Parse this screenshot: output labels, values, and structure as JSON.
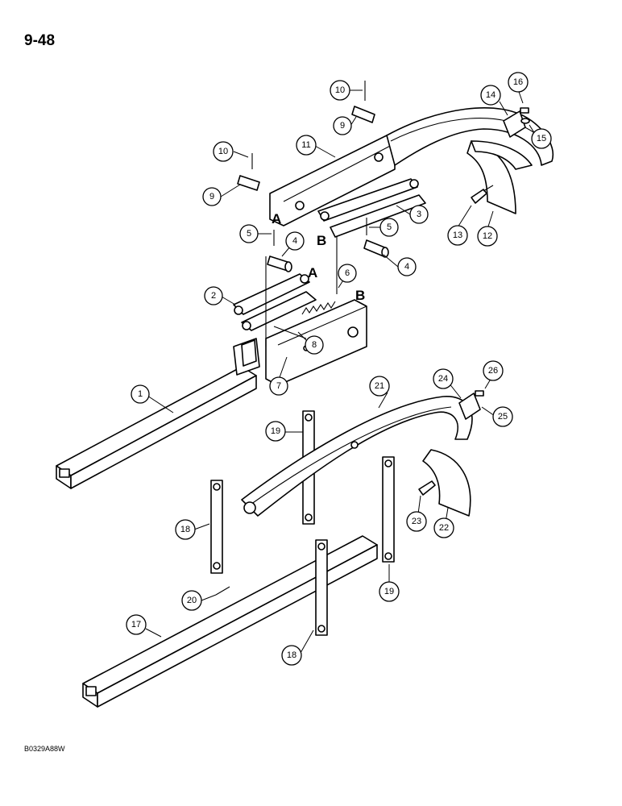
{
  "header": {
    "page_number": "9-48"
  },
  "footer": {
    "figure_code": "B0329A88W"
  },
  "callouts": [
    {
      "id": "c1",
      "label": "1"
    },
    {
      "id": "c2",
      "label": "2"
    },
    {
      "id": "c3",
      "label": "3"
    },
    {
      "id": "c4a",
      "label": "4"
    },
    {
      "id": "c4b",
      "label": "4"
    },
    {
      "id": "c5a",
      "label": "5"
    },
    {
      "id": "c5b",
      "label": "5"
    },
    {
      "id": "c6",
      "label": "6"
    },
    {
      "id": "c7",
      "label": "7"
    },
    {
      "id": "c8",
      "label": "8"
    },
    {
      "id": "c9a",
      "label": "9"
    },
    {
      "id": "c9b",
      "label": "9"
    },
    {
      "id": "c10a",
      "label": "10"
    },
    {
      "id": "c10b",
      "label": "10"
    },
    {
      "id": "c11",
      "label": "11"
    },
    {
      "id": "c12",
      "label": "12"
    },
    {
      "id": "c13",
      "label": "13"
    },
    {
      "id": "c14",
      "label": "14"
    },
    {
      "id": "c15",
      "label": "15"
    },
    {
      "id": "c16",
      "label": "16"
    },
    {
      "id": "c17",
      "label": "17"
    },
    {
      "id": "c18a",
      "label": "18"
    },
    {
      "id": "c18b",
      "label": "18"
    },
    {
      "id": "c19a",
      "label": "19"
    },
    {
      "id": "c19b",
      "label": "19"
    },
    {
      "id": "c20",
      "label": "20"
    },
    {
      "id": "c21",
      "label": "21"
    },
    {
      "id": "c22",
      "label": "22"
    },
    {
      "id": "c23",
      "label": "23"
    },
    {
      "id": "c24",
      "label": "24"
    },
    {
      "id": "c25",
      "label": "25"
    },
    {
      "id": "c26",
      "label": "26"
    }
  ],
  "reference_letters": [
    {
      "id": "A1",
      "label": "A"
    },
    {
      "id": "B1",
      "label": "B"
    },
    {
      "id": "A2",
      "label": "A"
    },
    {
      "id": "B2",
      "label": "B"
    }
  ]
}
